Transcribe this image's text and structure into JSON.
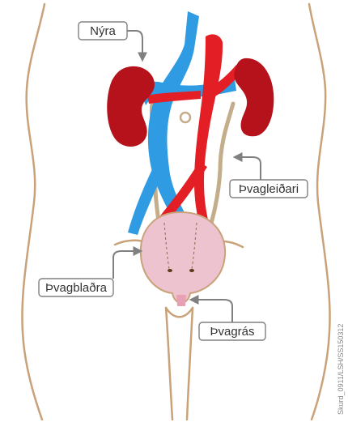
{
  "labels": {
    "kidney": "Nýra",
    "ureter": "Þvagleiðari",
    "bladder": "Þvagblaðra",
    "urethra": "Þvagrás"
  },
  "credit": "Skurd_0911/LSH/SS150312",
  "colors": {
    "body_outline": "#c9a27a",
    "kidney": "#b5121b",
    "vein": "#2f9be3",
    "artery": "#e31e24",
    "ureter": "#c4ad8b",
    "bladder": "#ecc3ce",
    "label_border": "#808080"
  },
  "icons": {
    "leader": "arrow-icon"
  }
}
